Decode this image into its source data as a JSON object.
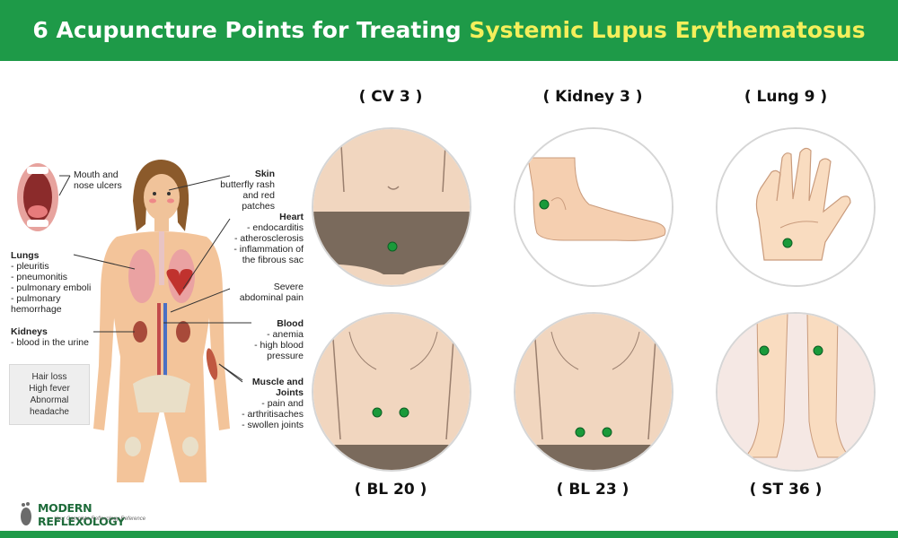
{
  "header": {
    "title_main": "6 Acupuncture Points for Treating ",
    "title_highlight": "Systemic Lupus Erythematosus"
  },
  "labels": {
    "mouth": {
      "text": "Mouth and\nnose ulcers"
    },
    "skin": {
      "title": "Skin",
      "text": "butterfly rash\nand red patches"
    },
    "heart": {
      "title": "Heart",
      "text": "- endocarditis\n- atherosclerosis\n- inflammation of\nthe fibrous sac"
    },
    "lungs": {
      "title": "Lungs",
      "text": "- pleuritis\n- pneumonitis\n- pulmonary emboli\n- pulmonary\nhemorrhage"
    },
    "abdominal": {
      "text": "Severe\nabdominal pain"
    },
    "kidneys": {
      "title": "Kidneys",
      "text": "- blood in the urine"
    },
    "blood": {
      "title": "Blood",
      "text": "- anemia\n- high blood\npressure"
    },
    "muscle": {
      "title": "Muscle and\nJoints",
      "text": "- pain and\n- arthritisaches\n- swollen joints"
    }
  },
  "note_box": "Hair loss\nHigh fever\nAbnormal\nheadache",
  "points": [
    {
      "name": "( CV 3 )"
    },
    {
      "name": "( Kidney 3 )"
    },
    {
      "name": "( Lung 9 )"
    },
    {
      "name": "( BL 20 )"
    },
    {
      "name": "( BL 23 )"
    },
    {
      "name": "( ST 36 )"
    }
  ],
  "colors": {
    "green": "#1e9a48",
    "highlight": "#f4ef5b",
    "skin": "#f2d5bc",
    "point": "#1a9a3a",
    "underwear": "#7a6a5c"
  },
  "logo": {
    "name": "MODERN REFLEXOLOGY",
    "tagline": "Your Complete Reflexology Reference"
  }
}
